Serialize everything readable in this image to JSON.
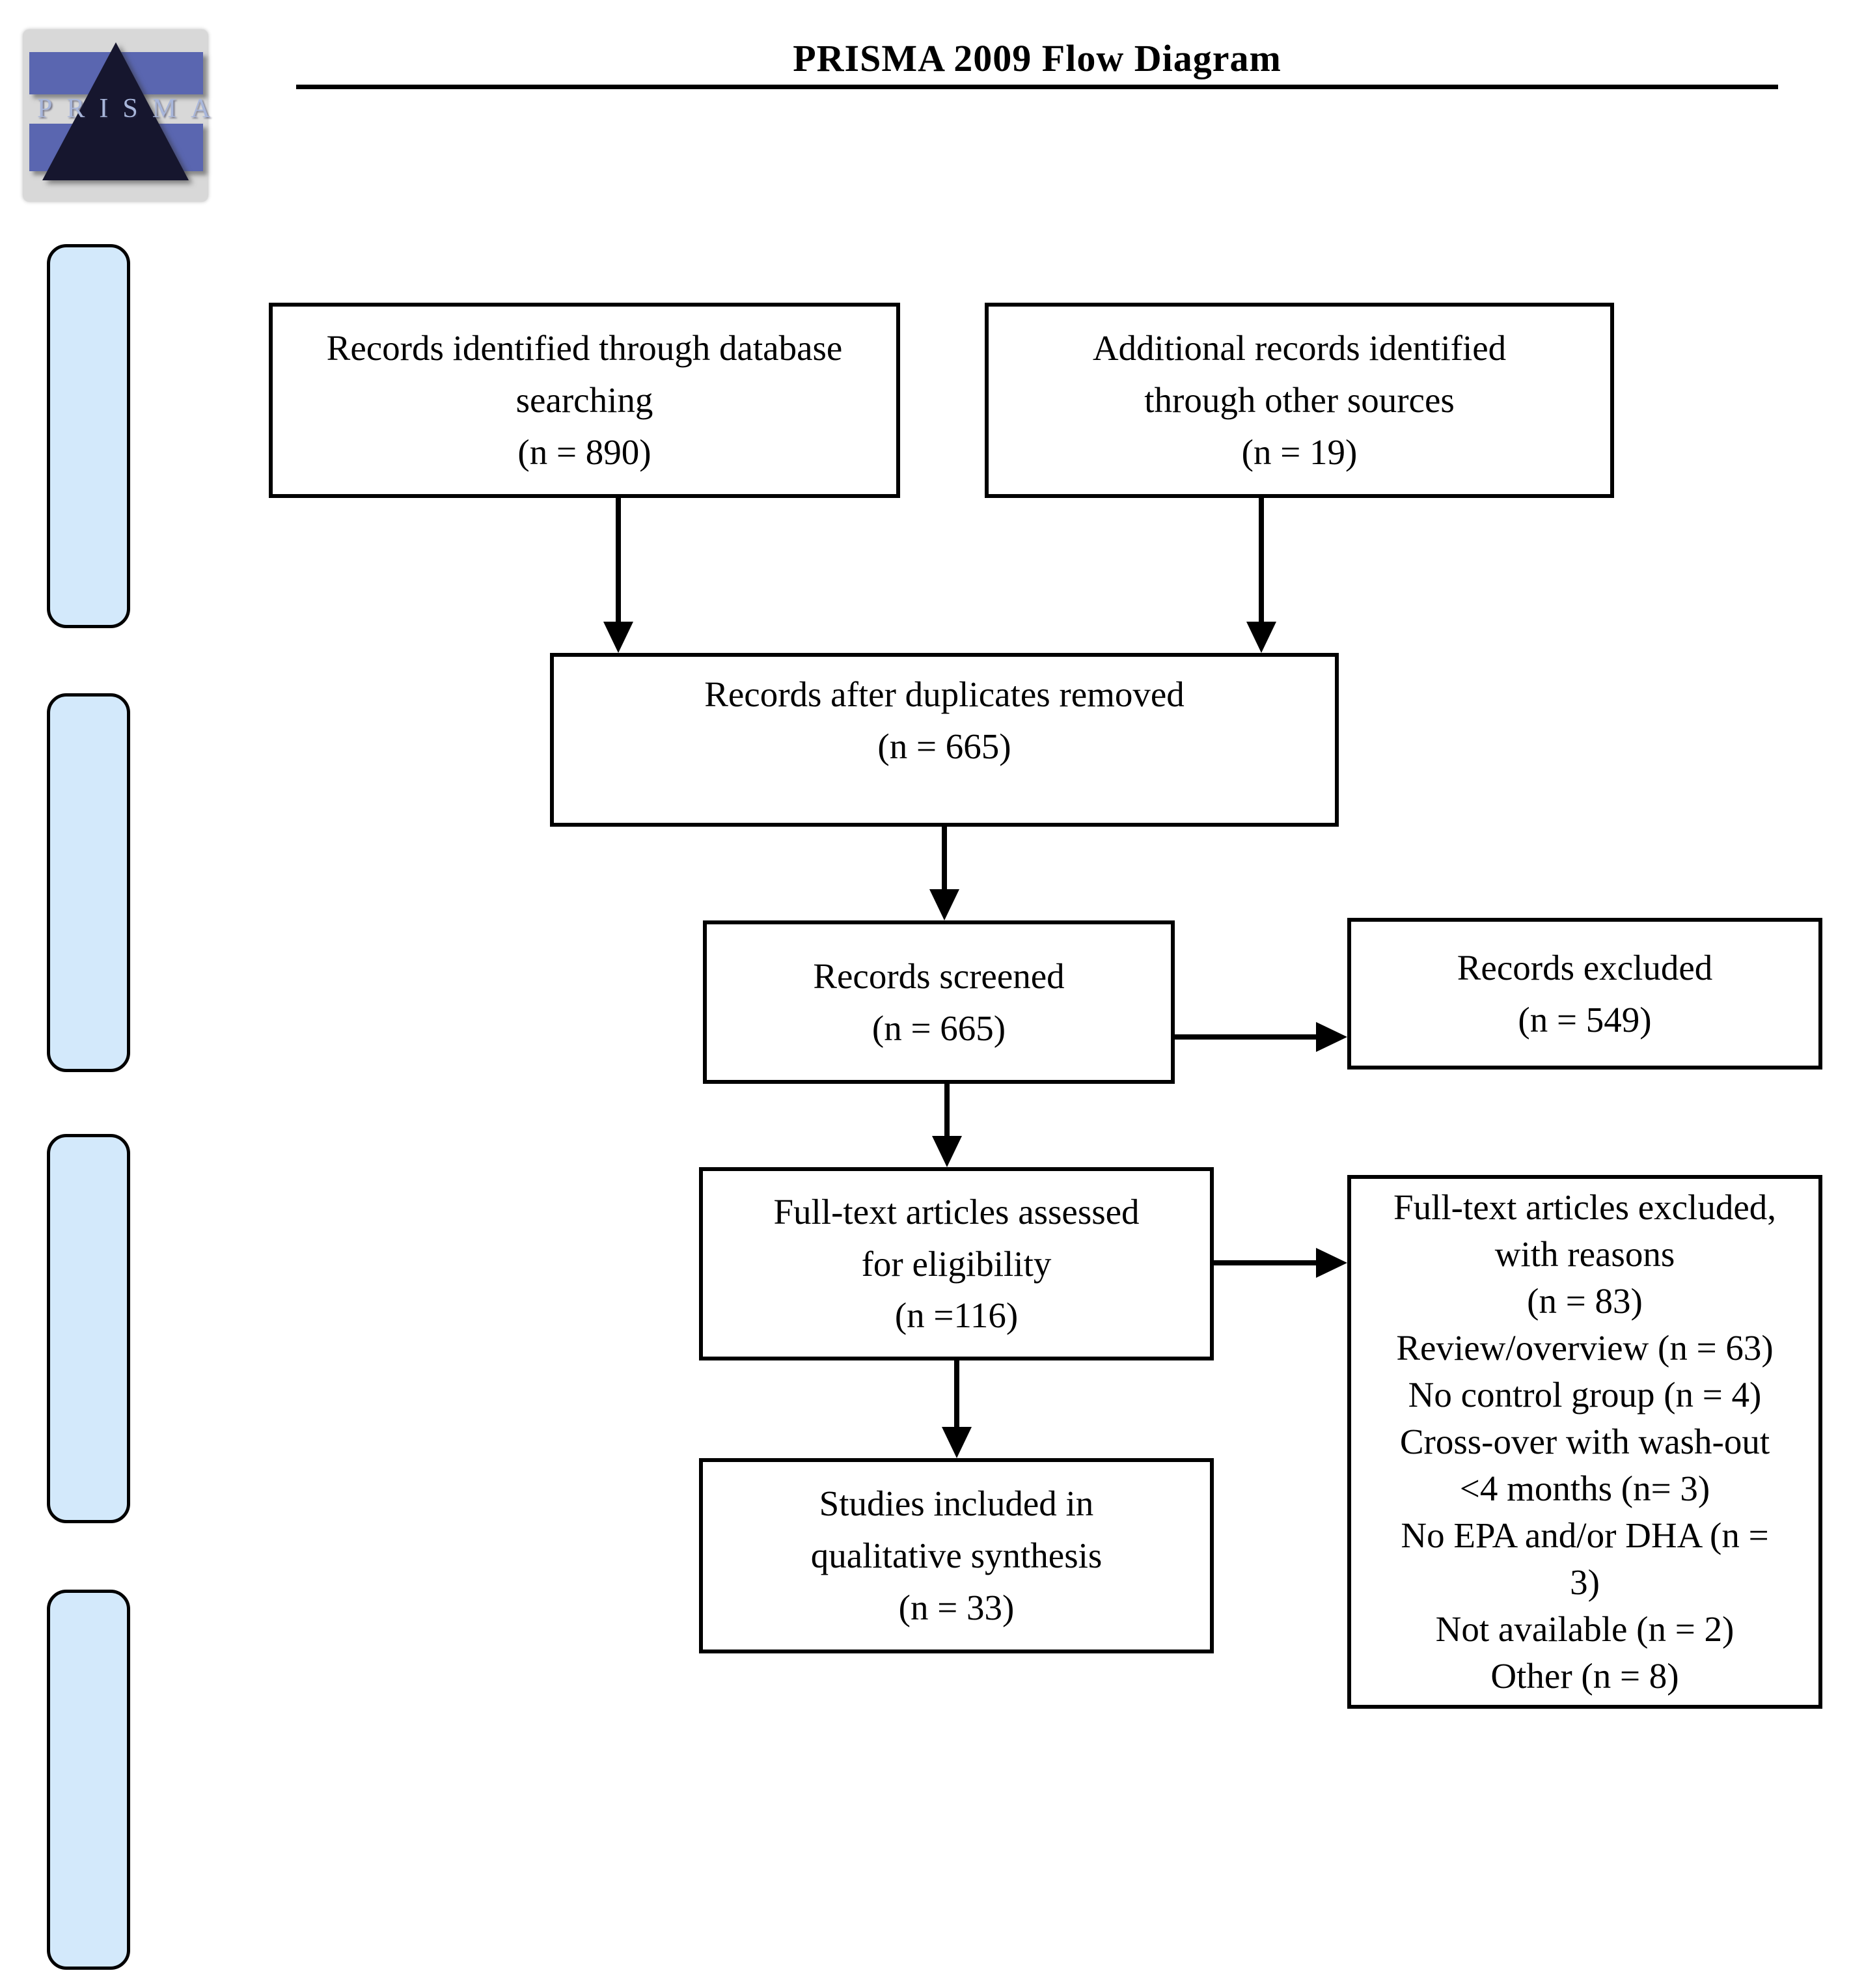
{
  "page": {
    "title": "PRISMA 2009 Flow Diagram"
  },
  "logo": {
    "text": "PRISMA"
  },
  "flow": {
    "identified": "Records identified through database\nsearching\n(n = 890)",
    "additional": "Additional records identified\nthrough other sources\n(n = 19)",
    "deduplicated": "Records after duplicates removed\n(n = 665)",
    "screened": "Records screened\n(n = 665)",
    "records_excluded": "Records excluded\n(n = 549)",
    "fulltext_assessed": "Full-text articles assessed\nfor eligibility\n(n =116)",
    "fulltext_excluded": "Full-text articles excluded,\nwith reasons\n(n = 83)\nReview/overview (n = 63)\nNo control group (n = 4)\nCross-over with wash-out\n<4 months (n= 3)\nNo EPA and/or DHA (n =\n3)\nNot available (n = 2)\nOther (n = 8)",
    "included_qualitative": "Studies included in\nqualitative synthesis\n(n = 33)"
  },
  "counts": {
    "identified": 890,
    "additional_sources": 19,
    "after_duplicates_removed": 665,
    "screened": 665,
    "records_excluded": 549,
    "fulltext_assessed": 116,
    "fulltext_excluded_total": 83,
    "review_overview": 63,
    "no_control_group": 4,
    "crossover_washout_lt4_months": 3,
    "no_epa_or_dha": 3,
    "not_available": 2,
    "other": 8,
    "included_qualitative_synthesis": 33
  },
  "colors": {
    "stage_bar_fill": "#d3e9fb",
    "box_border": "#000000",
    "logo_band_blue": "#5a66b0",
    "logo_triangle_navy": "#16162e",
    "logo_background_gray": "#d8d8d8"
  }
}
